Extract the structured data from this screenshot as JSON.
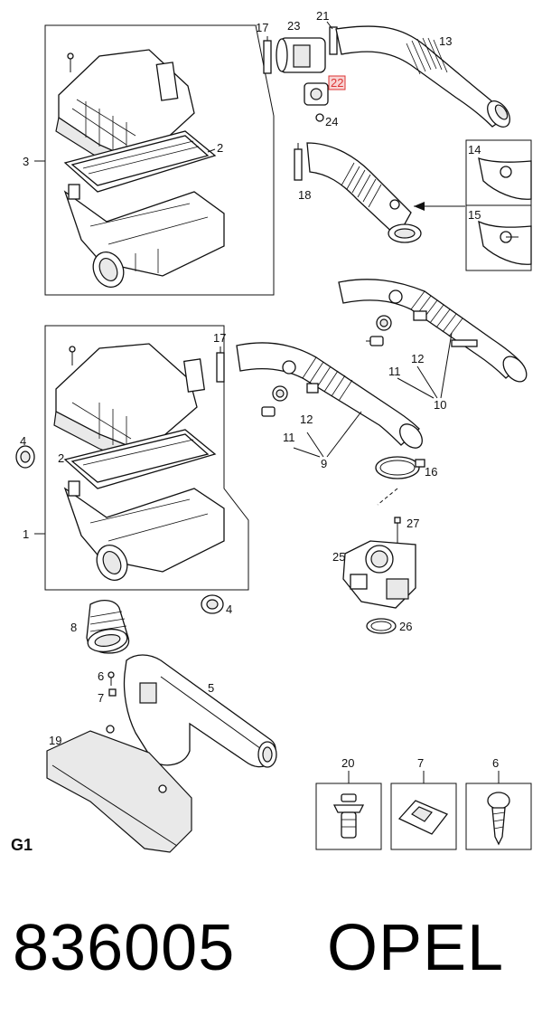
{
  "diagram": {
    "group_code": "G1",
    "highlighted_callout": "22",
    "callouts": {
      "c1": "1",
      "c2a": "2",
      "c2b": "2",
      "c3": "3",
      "c4a": "4",
      "c4b": "4",
      "c5": "5",
      "c6a": "6",
      "c6b": "6",
      "c7a": "7",
      "c7b": "7",
      "c8": "8",
      "c9": "9",
      "c10": "10",
      "c11a": "11",
      "c11b": "11",
      "c12a": "12",
      "c12b": "12",
      "c13": "13",
      "c14": "14",
      "c15": "15",
      "c16": "16",
      "c17a": "17",
      "c17b": "17",
      "c18": "18",
      "c19": "19",
      "c20": "20",
      "c21": "21",
      "c22": "22",
      "c23": "23",
      "c24": "24",
      "c25": "25",
      "c26": "26",
      "c27": "27"
    }
  },
  "footer": {
    "part_number": "836005",
    "brand": "OPEL"
  }
}
